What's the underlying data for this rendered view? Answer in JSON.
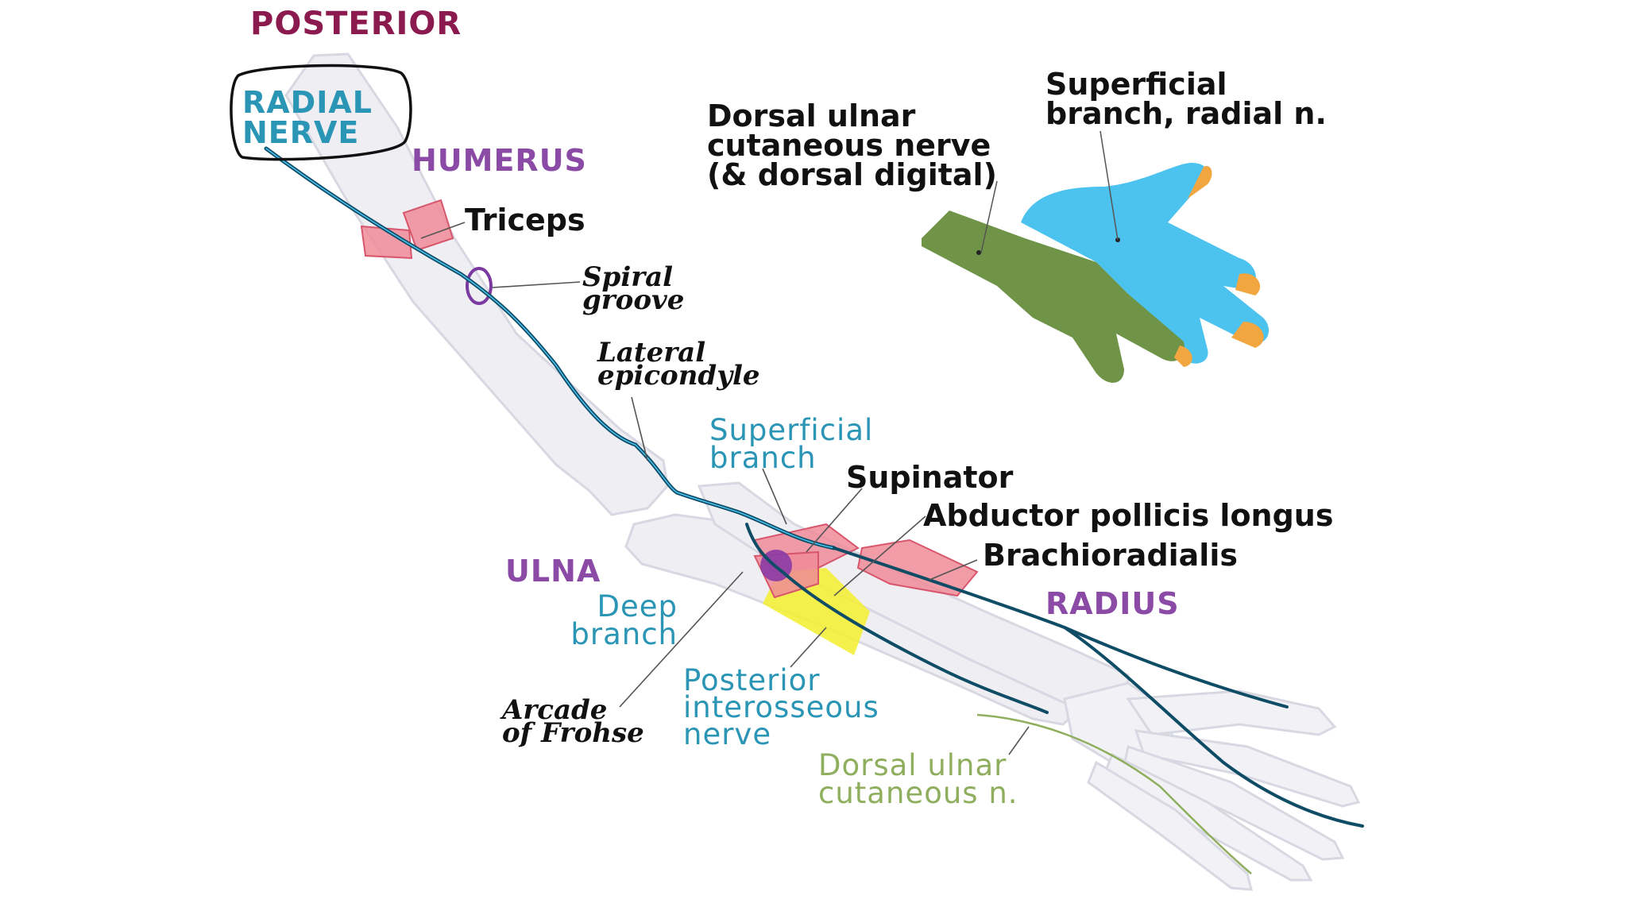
{
  "colors": {
    "title": "#8b1a4f",
    "bone_label": "#8a4aa5",
    "nerve_label": "#2a95b5",
    "dorsal_ulnar_label": "#8fae5e",
    "bone_fill": "#eeeef3",
    "nerve": "#0f4c66",
    "muscle": "#ef8b98",
    "superficial_region": "#4cc3ef",
    "ulnar_region": "#6f9447",
    "nail": "#f2a63f",
    "yellow": "#f3f03a"
  },
  "labels": {
    "title": "POSTERIOR",
    "radial_nerve": [
      "RADIAL",
      "NERVE"
    ],
    "humerus": "HUMERUS",
    "triceps": "Triceps",
    "spiral_groove": [
      "Spiral",
      "groove"
    ],
    "lateral_epicondyle": [
      "Lateral",
      "epicondyle"
    ],
    "superficial_branch": [
      "Superficial",
      "branch"
    ],
    "supinator": "Supinator",
    "abductor_pollicis_longus": "Abductor pollicis longus",
    "brachioradialis": "Brachioradialis",
    "ulna": "ULNA",
    "radius": "RADIUS",
    "deep_branch": [
      "Deep",
      "branch"
    ],
    "arcade_of_frohse": [
      "Arcade",
      "of Frohse"
    ],
    "posterior_interosseous_nerve": [
      "Posterior",
      "interosseous",
      "nerve"
    ],
    "dorsal_ulnar_cutaneous_n": [
      "Dorsal ulnar",
      "cutaneous n."
    ],
    "dorsal_ulnar_cutaneous_nerve": [
      "Dorsal ulnar",
      "cutaneous nerve",
      "(& dorsal digital)"
    ],
    "superficial_branch_radial_n": [
      "Superficial",
      "branch, radial n."
    ]
  }
}
